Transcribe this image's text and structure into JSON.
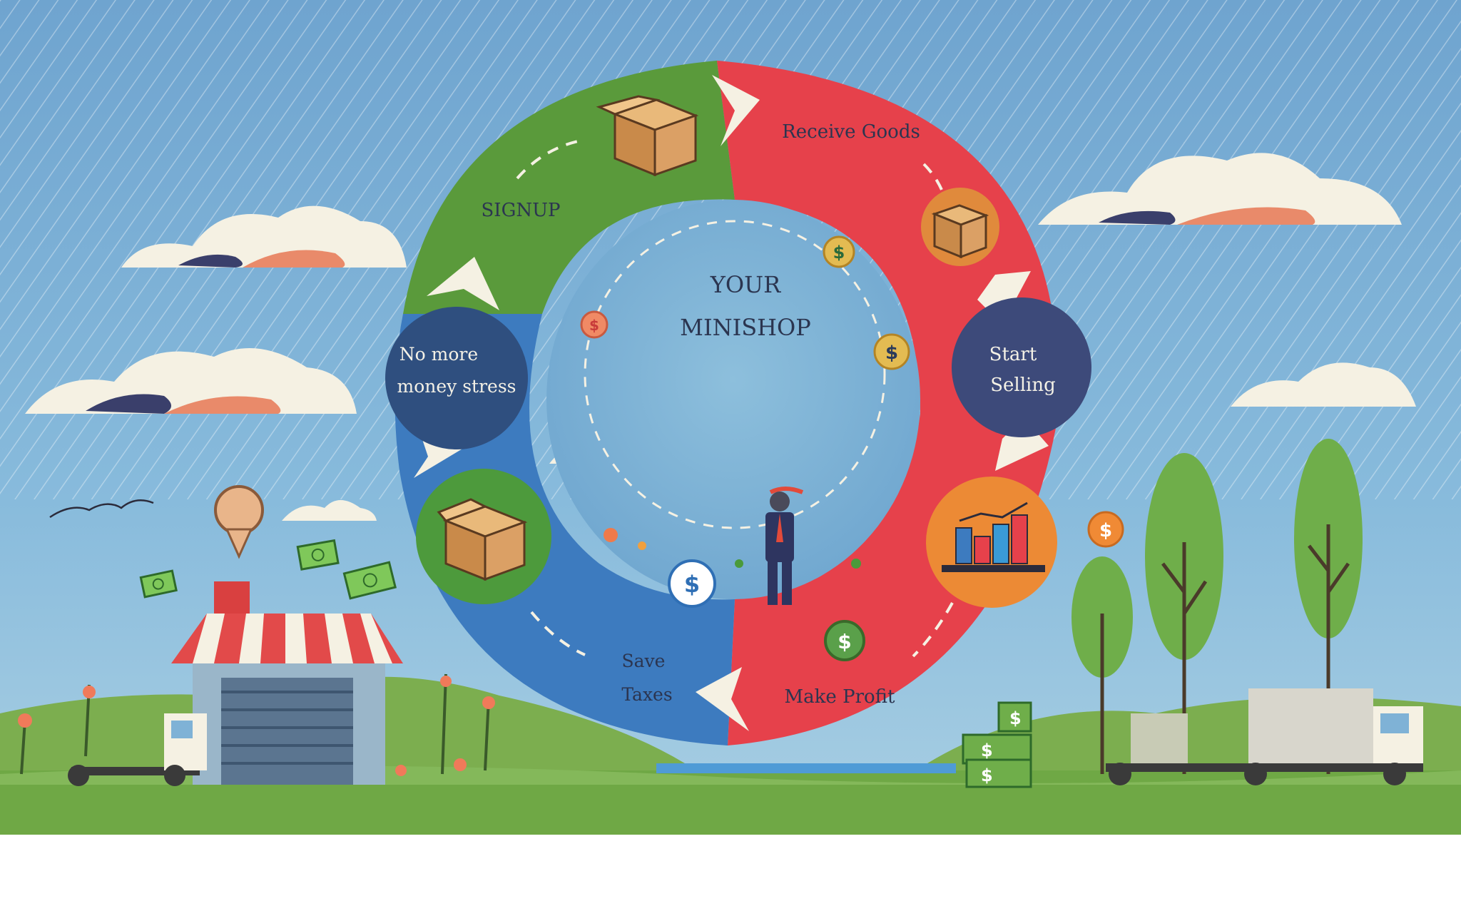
{
  "diagram": {
    "center": {
      "line1": "YOUR",
      "line2": "MINISHOP"
    },
    "steps": [
      {
        "label": "SIGNUP"
      },
      {
        "label": "Receive Goods"
      },
      {
        "line1": "Start",
        "line2": "Selling"
      },
      {
        "label": "Make Profit"
      },
      {
        "line1": "Save",
        "line2": "Taxes"
      },
      {
        "line1": "No more",
        "line2": "money stress"
      }
    ],
    "coin_symbol": "$"
  },
  "colors": {
    "sky": "#7fb2d6",
    "green_segment": "#5a9a3b",
    "red_segment": "#e6414b",
    "blue_segment": "#3d7bbf",
    "navy_circle": "#2f4f7f",
    "orange_circle": "#ec8a35",
    "grass": "#6fa845"
  }
}
